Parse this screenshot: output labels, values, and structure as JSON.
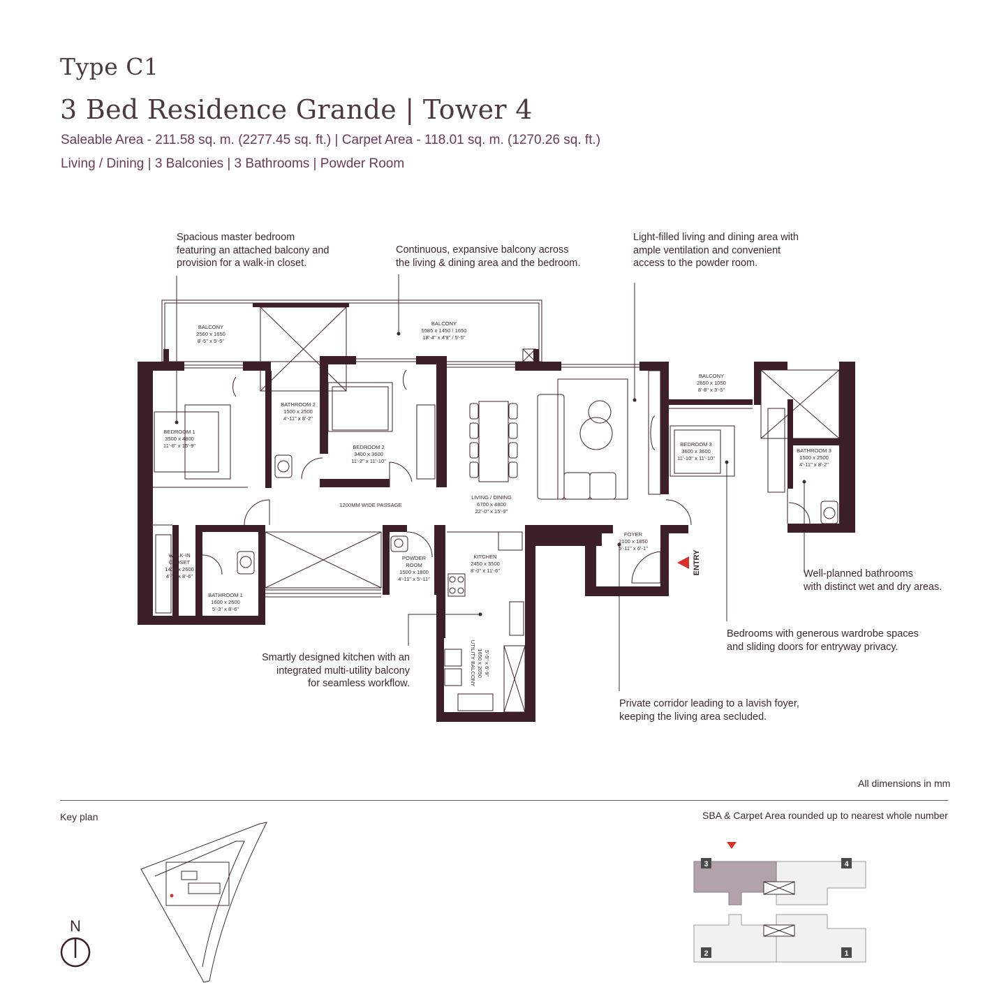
{
  "header": {
    "type_label": "Type C1",
    "title": "3 Bed Residence Grande | Tower 4",
    "area_line": "Saleable Area - 211.58 sq. m. (2277.45 sq. ft.) | Carpet Area - 118.01 sq. m. (1270.26 sq. ft.)",
    "features_line": "Living / Dining | 3 Balconies | 3 Bathrooms | Powder Room"
  },
  "callouts": {
    "master_bedroom": "Spacious master bedroom\nfeaturing an attached balcony and\nprovision for a walk-in closet.",
    "balcony": "Continuous, expansive balcony across\nthe living & dining area and the bedroom.",
    "living": "Light-filled living and dining area with\nample ventilation and convenient\naccess to the powder room.",
    "bathrooms": "Well-planned bathrooms\nwith distinct wet and dry areas.",
    "bedrooms": "Bedrooms with generous wardrobe spaces\nand sliding doors for entryway privacy.",
    "kitchen": "Smartly designed kitchen with an\nintegrated multi-utility balcony\nfor seamless workflow.",
    "corridor": "Private corridor leading to a lavish foyer,\nkeeping the living area secluded."
  },
  "rooms": {
    "balcony1": {
      "name": "BALCONY",
      "metric": "2560 x 1650",
      "imperial": "8'-5\" x 5'-5\""
    },
    "balcony2": {
      "name": "BALCONY",
      "metric": "5585 x 1450 / 1650",
      "imperial": "18'-4\" x 4'9\" / 5'-5\""
    },
    "balcony3": {
      "name": "BALCONY",
      "metric": "2650 x 1050",
      "imperial": "8'-8\" x 3'-5\""
    },
    "bedroom1": {
      "name": "BEDROOM 1",
      "metric": "3500 x 4800",
      "imperial": "11'-6\" x 15'-9\""
    },
    "bedroom2": {
      "name": "BEDROOM 2",
      "metric": "3400 x 3600",
      "imperial": "11'-2\" x 11'-10\""
    },
    "bedroom3": {
      "name": "BEDROOM 3",
      "metric": "3600 x 3600",
      "imperial": "11'-10\" x 11'-10\""
    },
    "bathroom1": {
      "name": "BATHROOM 1",
      "metric": "1600 x 2600",
      "imperial": "5'-3\" x 8'-6\""
    },
    "bathroom2": {
      "name": "BATHROOM 2",
      "metric": "1500 x 2500",
      "imperial": "4'-11\" x 8'-2\""
    },
    "bathroom3": {
      "name": "BATHROOM 3",
      "metric": "1500 x 2500",
      "imperial": "4'-11\" x 8'-2\""
    },
    "walkin": {
      "name1": "WALK-IN",
      "name2": "CLOSET",
      "metric": "1400 x 2600",
      "imperial": "4'-7\" x 8'-6\""
    },
    "powder": {
      "name1": "POWDER",
      "name2": "ROOM",
      "metric": "1500 x 1800",
      "imperial": "4'-11\" x 5'-11\""
    },
    "kitchen": {
      "name": "KITCHEN",
      "metric": "2450 x 3500",
      "imperial": "8'-0\" x 11'-6\""
    },
    "living": {
      "name": "LIVING / DINING",
      "metric": "6700 x 4800",
      "imperial": "22'-0\" x 15'-9\""
    },
    "foyer": {
      "name": "FOYER",
      "metric": "2100 x 1850",
      "imperial": "6'-11\" x 6'-1\""
    },
    "utility": {
      "name": "UTILITY BALCONY",
      "metric": "1650 x 2050",
      "imperial": "5'-5\" x 6'-9\""
    },
    "passage": "1200MM WIDE PASSAGE",
    "entry": "ENTRY"
  },
  "notes": {
    "dimensions": "All dimensions in mm",
    "rounding": "SBA & Carpet Area rounded up to nearest whole number",
    "key_plan": "Key plan",
    "north": "N"
  },
  "towers": {
    "t1": "1",
    "t2": "2",
    "t3": "3",
    "t4": "4"
  },
  "colors": {
    "wall": "#3d1f2a",
    "accent": "#6b3a55",
    "entry_marker": "#d9322b",
    "highlight": "#b2a3ab",
    "light_fill": "#f1f1f1"
  }
}
